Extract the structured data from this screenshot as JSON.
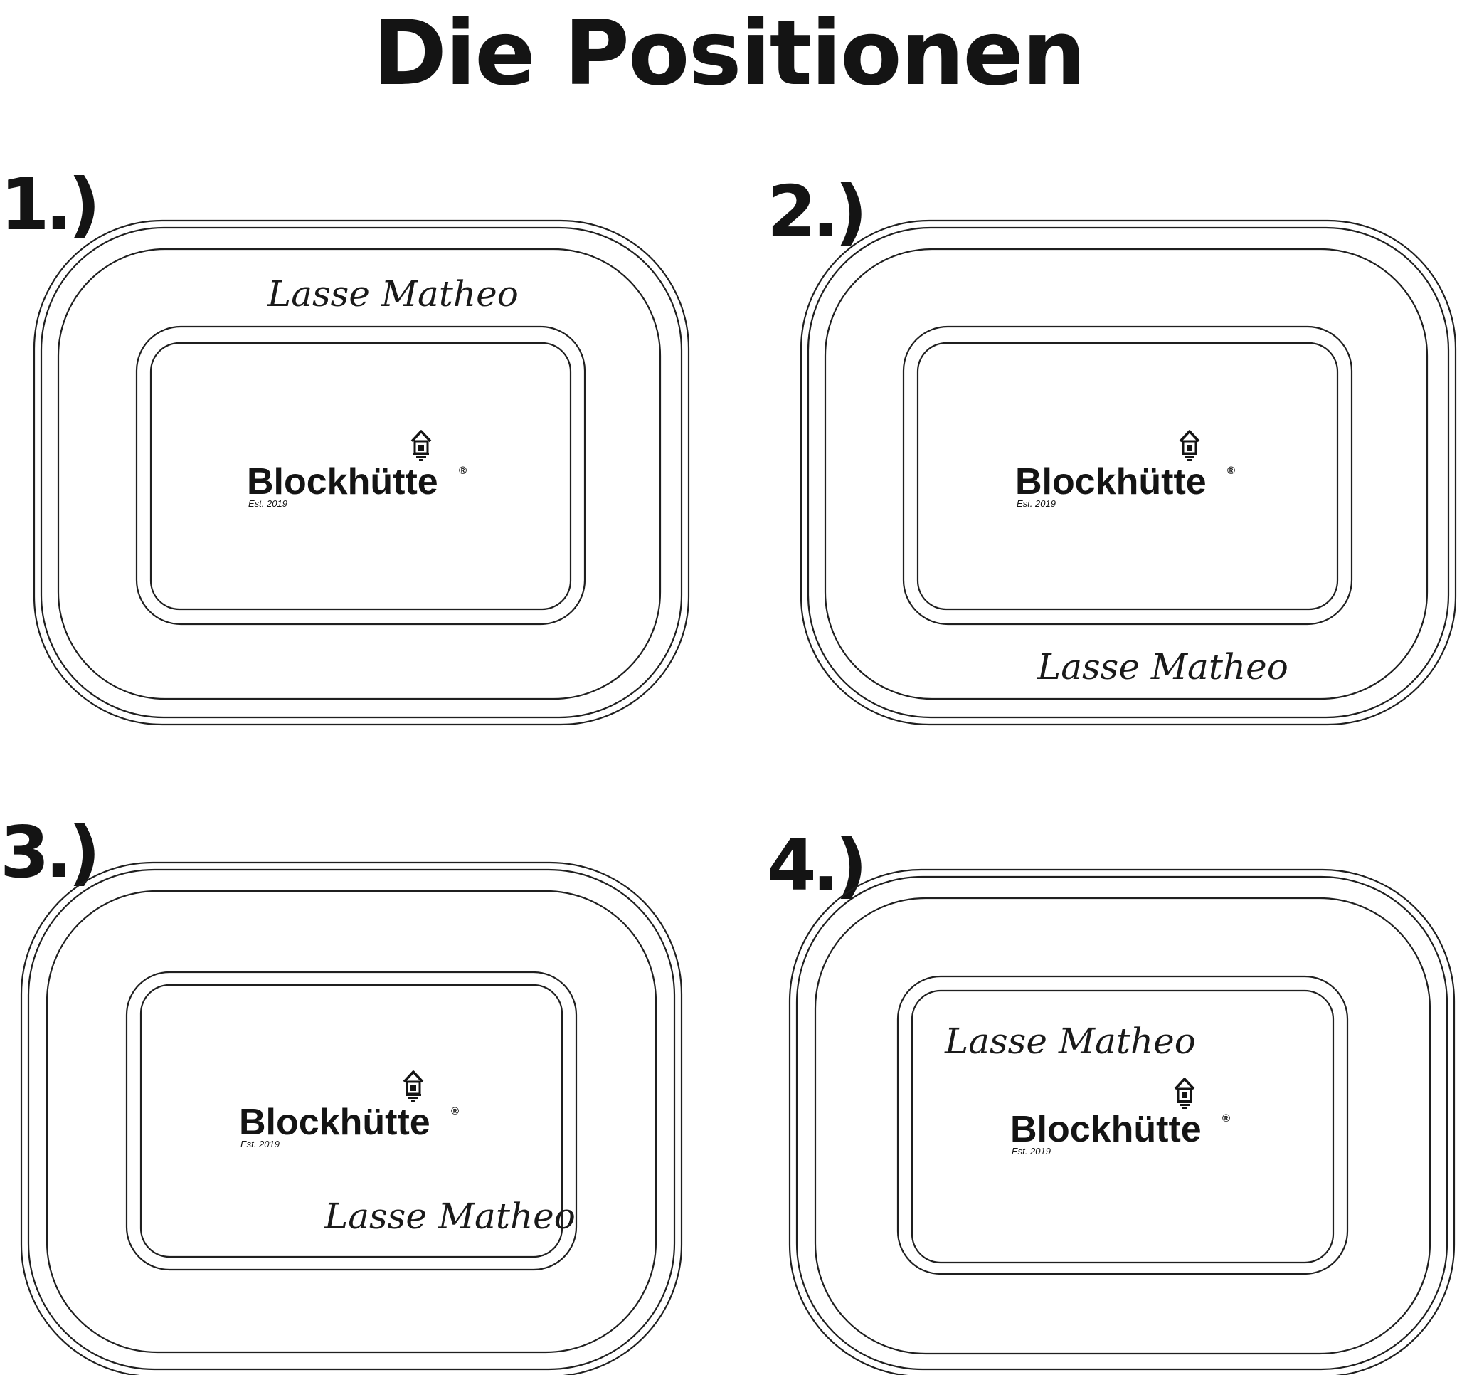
{
  "title": "Die Positionen",
  "accent_color": "#141414",
  "positions": [
    {
      "number": "1.)",
      "name_text": "Lasse Matheo",
      "name_position": "top"
    },
    {
      "number": "2.)",
      "name_text": "Lasse Matheo",
      "name_position": "bottom-right"
    },
    {
      "number": "3.)",
      "name_text": "Lasse Matheo",
      "name_position": "inner-bottom-right"
    },
    {
      "number": "4.)",
      "name_text": "Lasse Matheo",
      "name_position": "inner-top-left"
    }
  ],
  "logo": {
    "brand": "Blockhütte",
    "registered": "®",
    "established": "Est. 2019",
    "icon": "log-cabin-icon"
  }
}
